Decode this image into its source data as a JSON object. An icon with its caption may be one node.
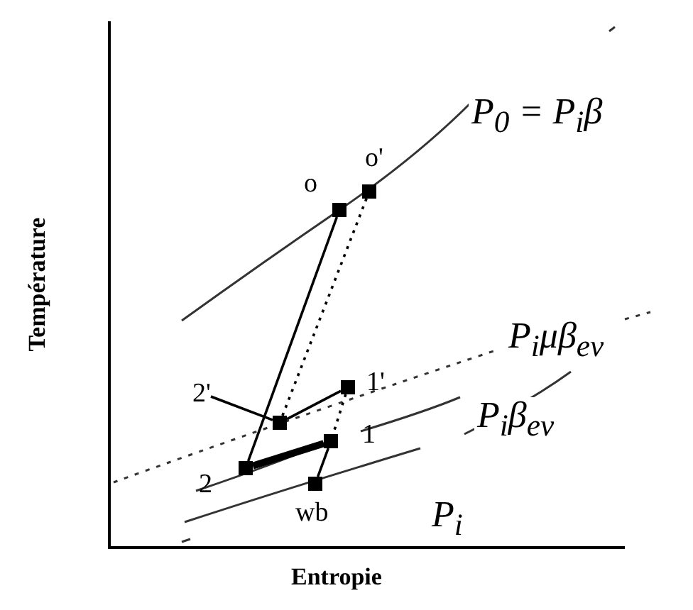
{
  "diagram": {
    "nodes": [
      {
        "text": [],
        "shape": "box",
        "beside": [
          "o"
        ]
      },
      {
        "text": [],
        "shape": "box",
        "beside": [
          "o'"
        ]
      },
      {
        "text": [
          "2'"
        ]
      },
      {
        "text": [],
        "shape": "box",
        "beside": [
          "1'"
        ]
      },
      {
        "text": [],
        "shape": "box"
      },
      {
        "text": [],
        "shape": "box",
        "beside": [
          "1"
        ]
      },
      {
        "text": [],
        "shape": "box",
        "beside": [
          "2"
        ]
      },
      {
        "text": [],
        "shape": "box",
        "beside": [
          "wb"
        ]
      }
    ],
    "edges": [
      {
        "from": 0,
        "to": 6,
        "arrow": "none"
      },
      {
        "from": 1,
        "to": 4,
        "arrow": "none",
        "style": "dashed"
      },
      {
        "from": 2,
        "to": 4,
        "arrow": "none"
      },
      {
        "from": 4,
        "to": 3,
        "arrow": "none"
      },
      {
        "from": 3,
        "to": 5,
        "arrow": "none",
        "style": "dashed"
      },
      {
        "from": 6,
        "to": 5,
        "arrow": "none",
        "style": "thick"
      },
      {
        "from": 5,
        "to": 7,
        "arrow": "none"
      }
    ],
    "labels": [
      "P$_{0}$ = P$_{i}$β",
      "P$_{i}$μβ$_{ev}$",
      "P$_{i}$β$_{ev}$",
      "P$_{i}$",
      "Température",
      "Entropie"
    ]
  }
}
